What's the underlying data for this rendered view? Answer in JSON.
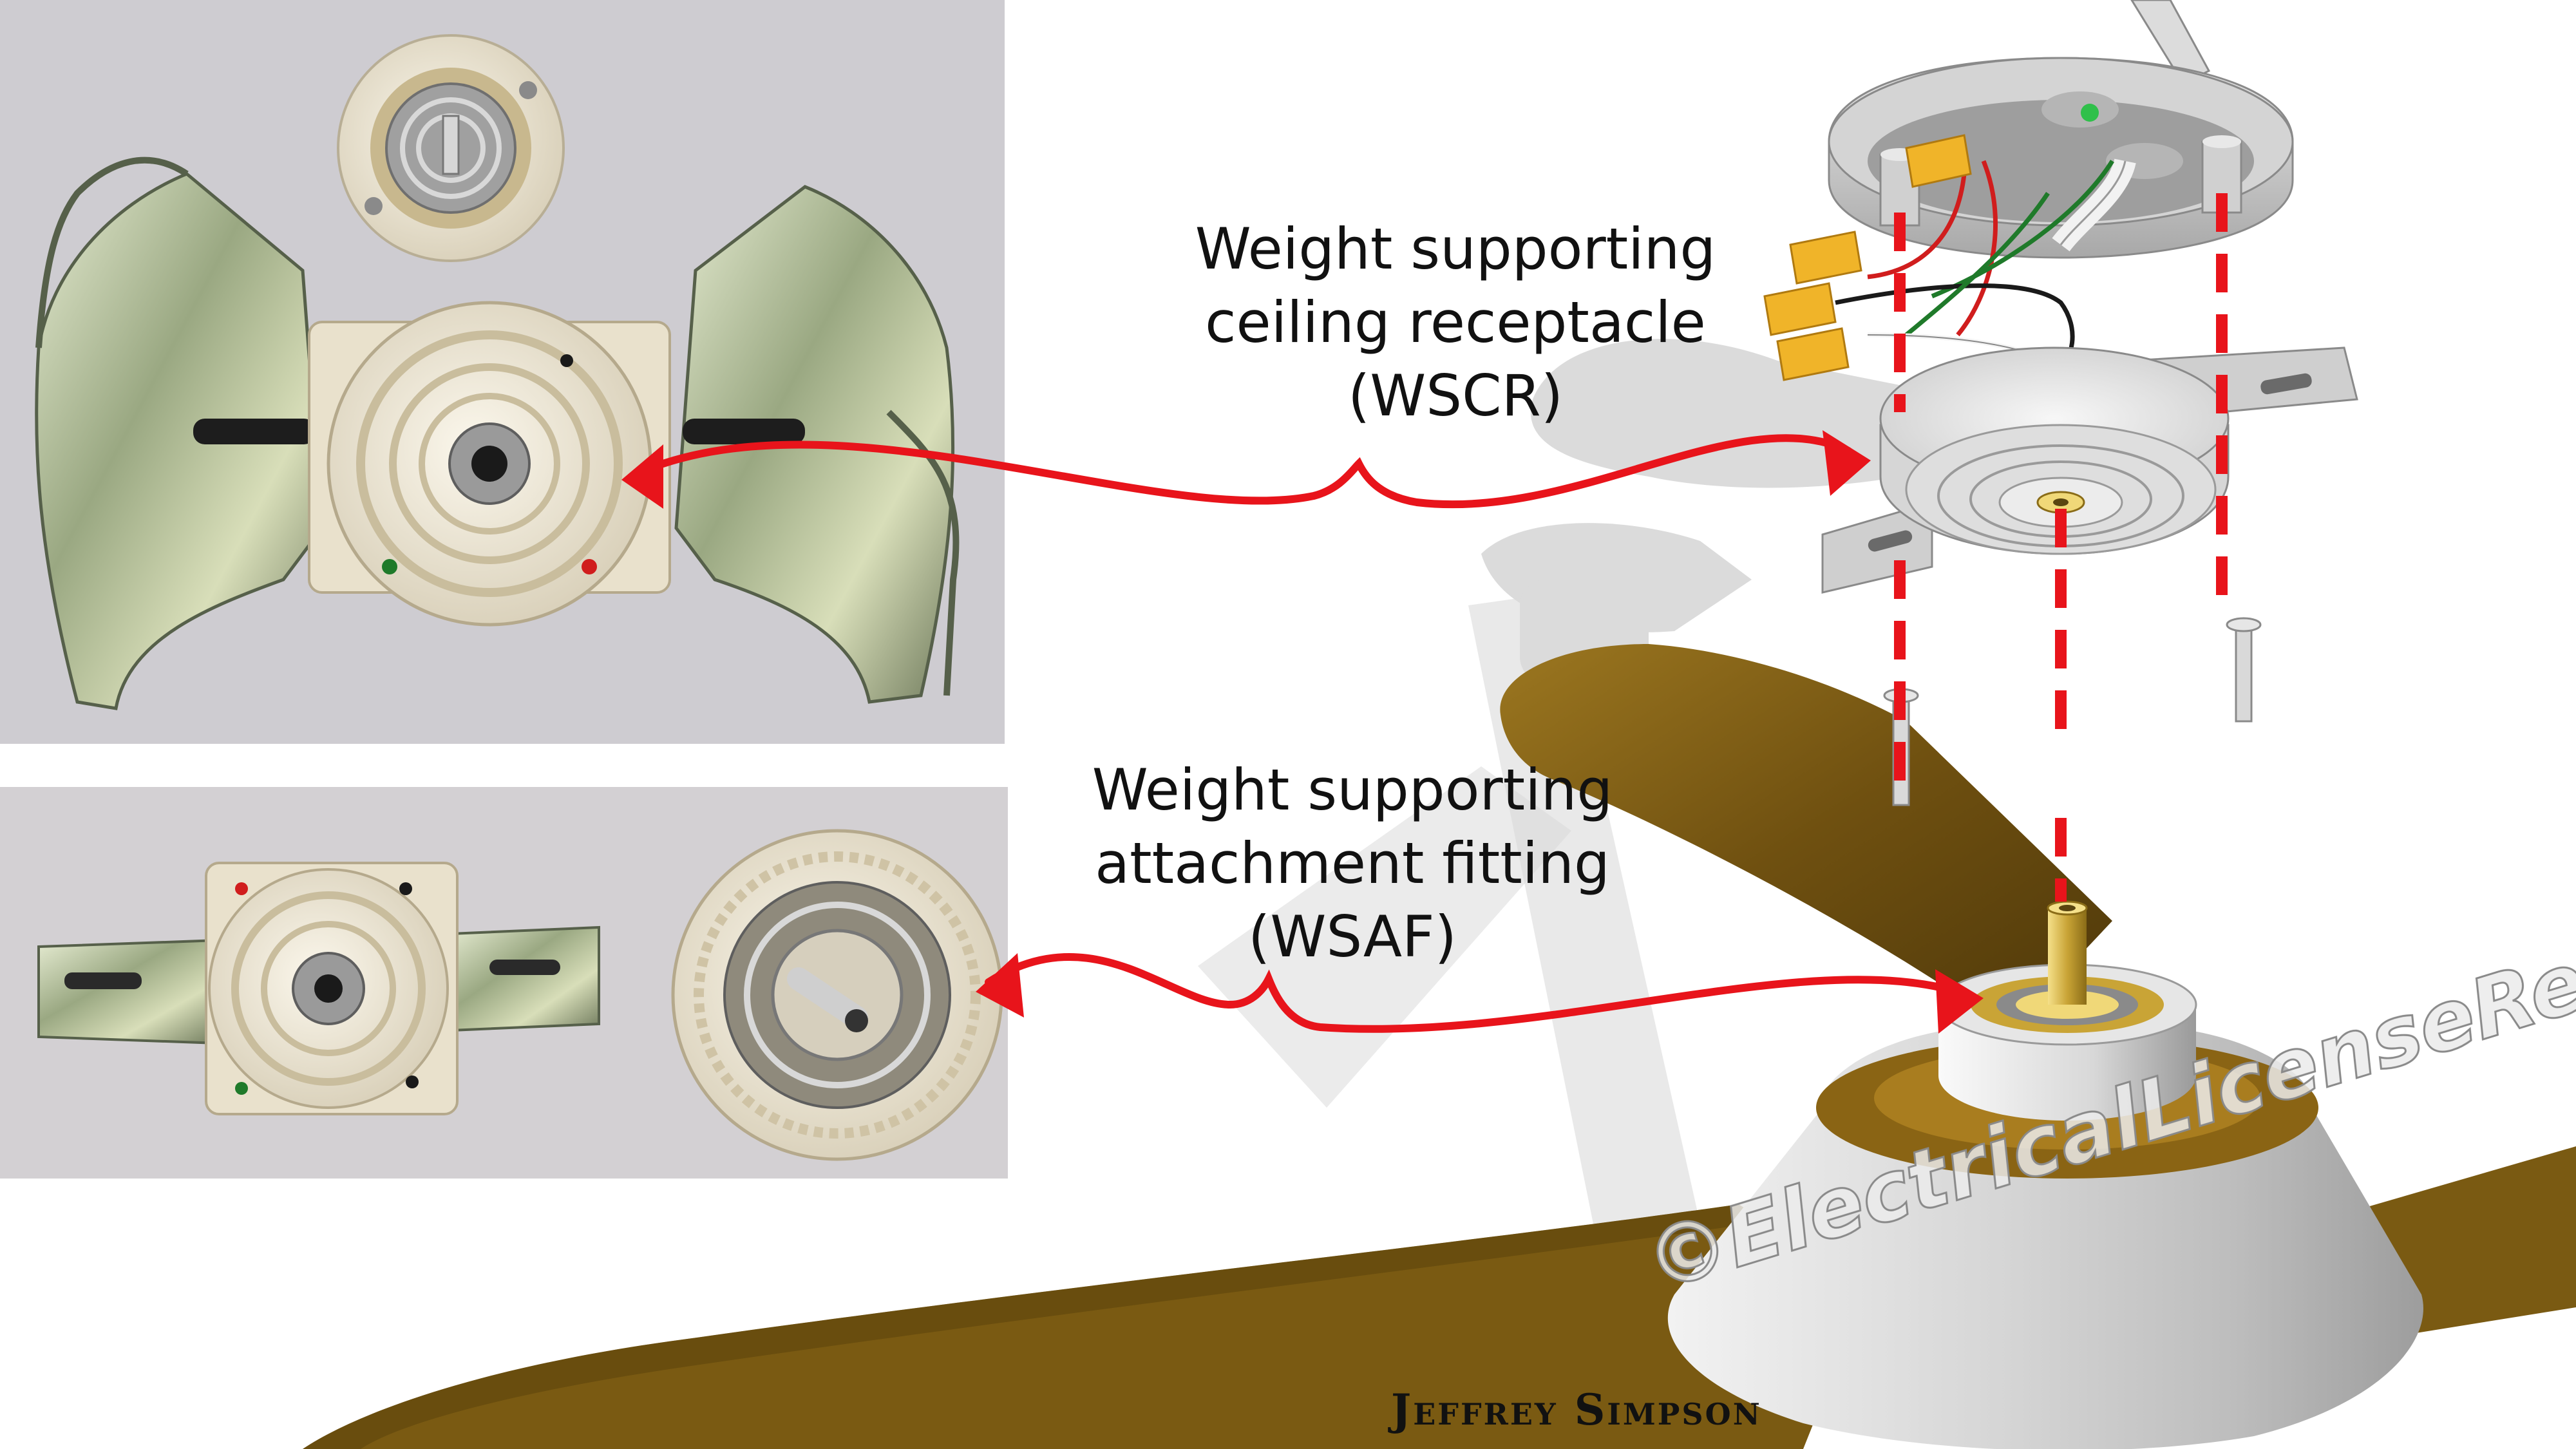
{
  "labels": {
    "wscr": {
      "line1": "Weight supporting",
      "line2": "ceiling receptacle",
      "line3": "(WSCR)"
    },
    "wsaf": {
      "line1": "Weight supporting",
      "line2": "attachment fitting",
      "line3": "(WSAF)"
    }
  },
  "author": "Jeffrey Simpson",
  "watermark": "©ElectricalLicenseRenewal.Com",
  "colors": {
    "arrow": "#e8141b",
    "fan_blade": "#7a5a12",
    "canopy": "#d9d9d9",
    "photo_background": "#c9c6cc",
    "connector_cream": "#efe8d6",
    "metal_bracket": "#b9c2a4",
    "wire_nut": "#f0b429"
  }
}
